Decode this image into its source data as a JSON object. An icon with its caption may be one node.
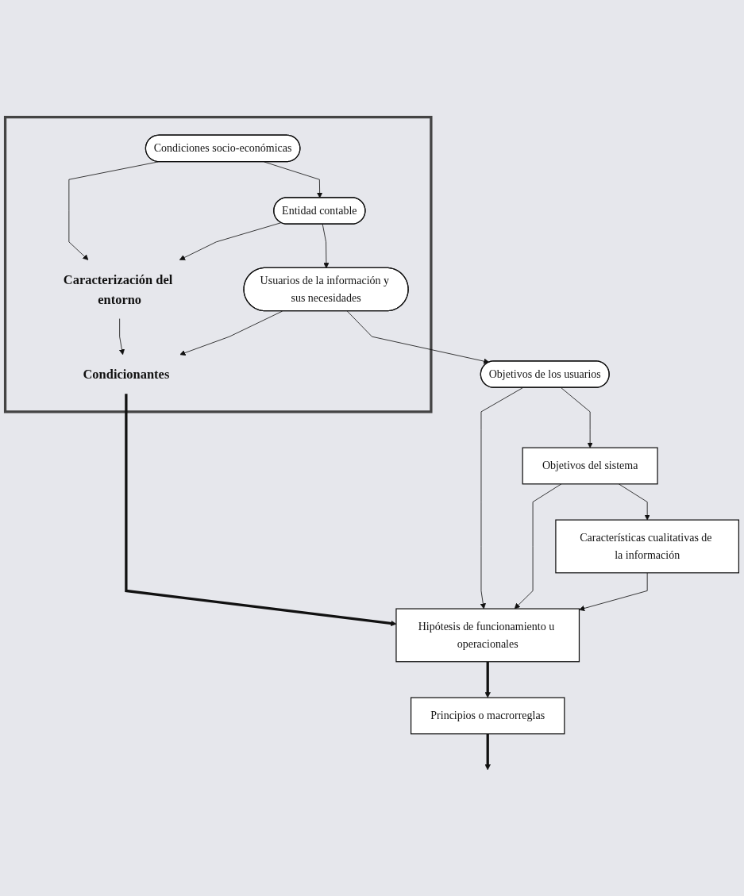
{
  "diagram": {
    "nodes": [
      {
        "text": [],
        "shape": "box"
      },
      {
        "text": [
          "Condiciones socio-económicas"
        ],
        "in": 0
      },
      {
        "text": [
          "Caracterización del entorno"
        ],
        "in": 0
      },
      {
        "text": [
          "Entidad contable"
        ],
        "in": 0
      },
      {
        "text": [
          "Usuarios de la información y sus necesidades"
        ],
        "in": 0
      },
      {
        "text": [
          "Condicionantes"
        ],
        "in": 0
      },
      {
        "text": [
          "Objetivos de los usuarios"
        ]
      },
      {
        "text": [
          "Hipótesis de funcionamiento u operacionales"
        ]
      },
      {
        "text": [
          "Objetivos del sistema"
        ]
      },
      {
        "text": [
          "Principios o macrorreglas"
        ]
      },
      {
        "text": [
          "Características cualitativas de la información"
        ]
      }
    ],
    "edges": [
      {
        "from": 1,
        "to": 2,
        "arrow": "to"
      },
      {
        "from": 1,
        "to": 3,
        "arrow": "to"
      },
      {
        "from": 3,
        "to": 2,
        "arrow": "to"
      },
      {
        "from": 3,
        "to": 4,
        "arrow": "to"
      },
      {
        "from": 2,
        "to": 5,
        "arrow": "to"
      },
      {
        "from": 4,
        "to": 5,
        "arrow": "to"
      },
      {
        "from": 4,
        "to": 6,
        "arrow": "to"
      },
      {
        "from": 5,
        "to": 7,
        "arrow": "to",
        "style": "thick"
      },
      {
        "from": 6,
        "to": 7,
        "arrow": "to"
      },
      {
        "from": 6,
        "to": 8,
        "arrow": "to"
      },
      {
        "from": 8,
        "to": 7,
        "arrow": "to"
      },
      {
        "from": 8,
        "to": 10,
        "arrow": "to"
      },
      {
        "from": 10,
        "to": 7,
        "arrow": "to"
      },
      {
        "from": 7,
        "to": 9,
        "arrow": "to",
        "style": "thick"
      },
      {
        "from": 9,
        "to": null,
        "arrow": "to",
        "style": "thick"
      }
    ]
  }
}
